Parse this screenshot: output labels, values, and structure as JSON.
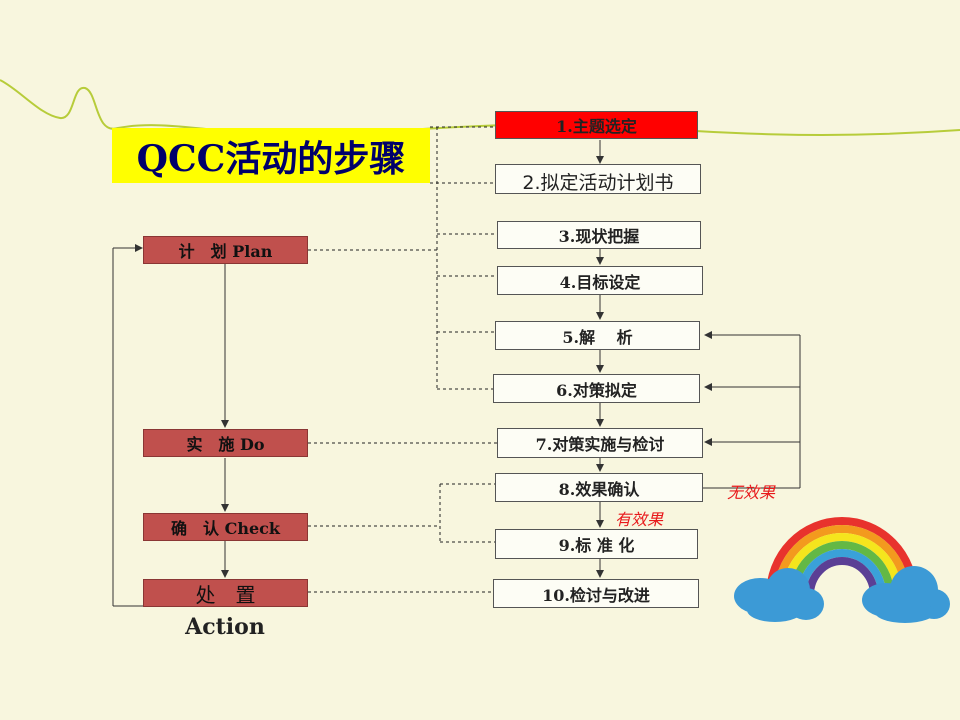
{
  "title": "QCC活动的步骤",
  "steps": [
    "1.主题选定",
    "2.拟定活动计划书",
    "3.现状把握",
    "4.目标设定",
    "5.解　 析",
    "6.对策拟定",
    "7.对策实施与检讨",
    "8.效果确认",
    "9.标 准 化",
    "10.检讨与改进"
  ],
  "phases": {
    "plan": "计　划 Plan",
    "do": "实　施 Do",
    "check": "确　认 Check",
    "action_top": "处　置",
    "action_bottom": "Action"
  },
  "notes": {
    "no_effect": "无效果",
    "effective": "有效果"
  },
  "colors": {
    "background": "#f8f6de",
    "title_bg": "#ffff00",
    "title_text": "#00006a",
    "step1_bg": "#ff0000",
    "phase_bg": "#c0504d",
    "note_text": "#e8191b"
  }
}
